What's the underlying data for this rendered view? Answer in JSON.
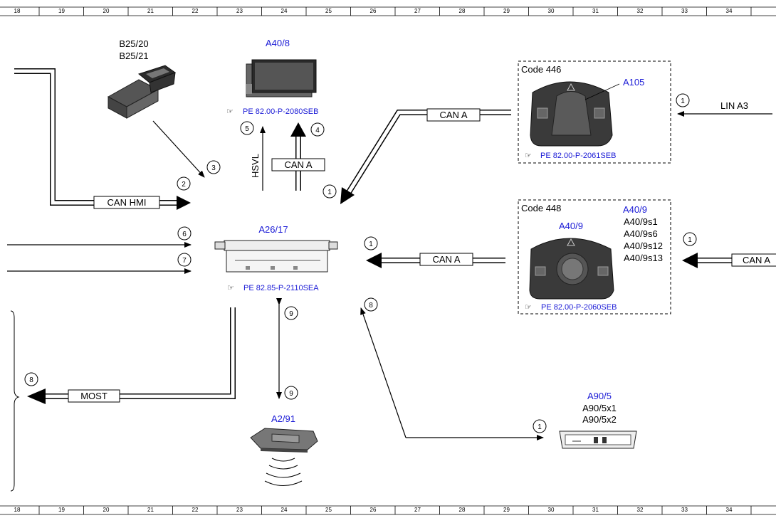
{
  "grid": {
    "columns": [
      "18",
      "19",
      "20",
      "21",
      "22",
      "23",
      "24",
      "25",
      "26",
      "27",
      "28",
      "29",
      "30",
      "31",
      "32",
      "33",
      "34"
    ]
  },
  "components": {
    "b25": {
      "lines": [
        "B25/20",
        "B25/21"
      ]
    },
    "a40_8": {
      "label": "A40/8",
      "ref": "PE 82.00-P-2080SEB"
    },
    "a26_17": {
      "label": "A26/17",
      "ref": "PE 82.85-P-2110SEA"
    },
    "a2_91": {
      "label": "A2/91"
    },
    "a90_5": {
      "label": "A90/5",
      "sub": [
        "A90/5x1",
        "A90/5x2"
      ]
    },
    "code446": {
      "title": "Code 446",
      "label": "A105",
      "ref": "PE 82.00-P-2061SEB"
    },
    "code448": {
      "title": "Code 448",
      "label": "A40/9",
      "list_head": "A40/9",
      "list": [
        "A40/9s1",
        "A40/9s6",
        "A40/9s12",
        "A40/9s13"
      ],
      "ref": "PE 82.00-P-2060SEB"
    }
  },
  "connections": {
    "can_hmi": "CAN HMI",
    "can_a_top": "CAN A",
    "can_a_mid": "CAN A",
    "can_a_right": "CAN A",
    "can_a_box": "CAN A",
    "hsvl": "HSVL",
    "most": "MOST",
    "lin_a3": "LIN A3"
  },
  "markers": {
    "m1_right_top": "1",
    "m1_center": "1",
    "m1_mid": "1",
    "m1_right_mid": "1",
    "m1_bottom": "1",
    "m2": "2",
    "m3": "3",
    "m4": "4",
    "m5": "5",
    "m6": "6",
    "m7": "7",
    "m8_center": "8",
    "m8_left": "8",
    "m9_top": "9",
    "m9_bottom": "9"
  },
  "colors": {
    "link_blue": "#1a1ad6",
    "line": "#000000",
    "device": "#3a3a3a"
  }
}
